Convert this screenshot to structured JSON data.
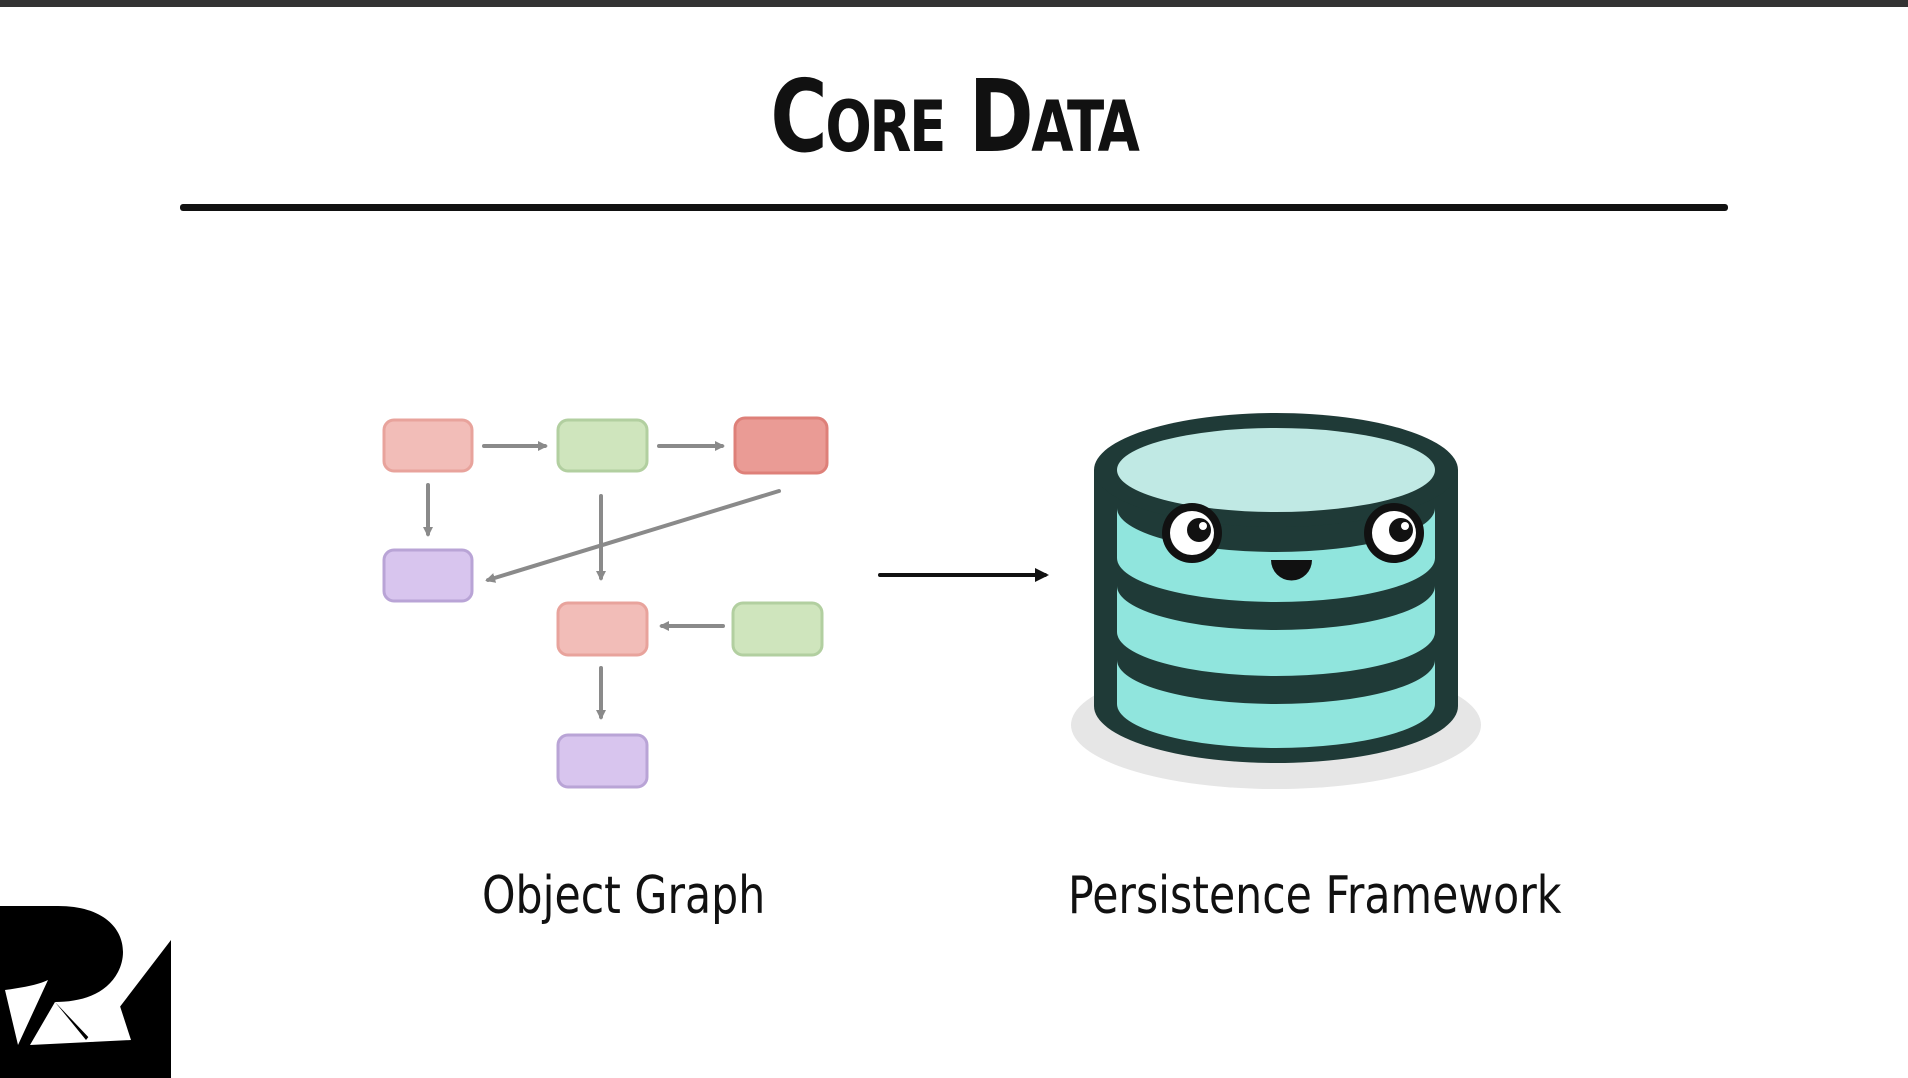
{
  "slide": {
    "title": "Core Data",
    "labels": {
      "object_graph": "Object Graph",
      "persistence": "Persistence Framework"
    }
  },
  "colors": {
    "pink": "#f2bdb8",
    "pink_border": "#e8a39c",
    "green": "#cfe5bd",
    "green_border": "#b2cfa0",
    "red": "#ea9b95",
    "red_border": "#de8079",
    "purple": "#d8c5ee",
    "purple_border": "#b9a4d6",
    "arrow_gray": "#8a8a8a",
    "db_dark": "#1f3a37",
    "db_body": "#90e5dd",
    "db_top": "#c0e9e4",
    "shadow": "#e6e6e6"
  },
  "icons": {
    "logo": "rw-logo-icon",
    "database": "database-mascot-icon"
  }
}
